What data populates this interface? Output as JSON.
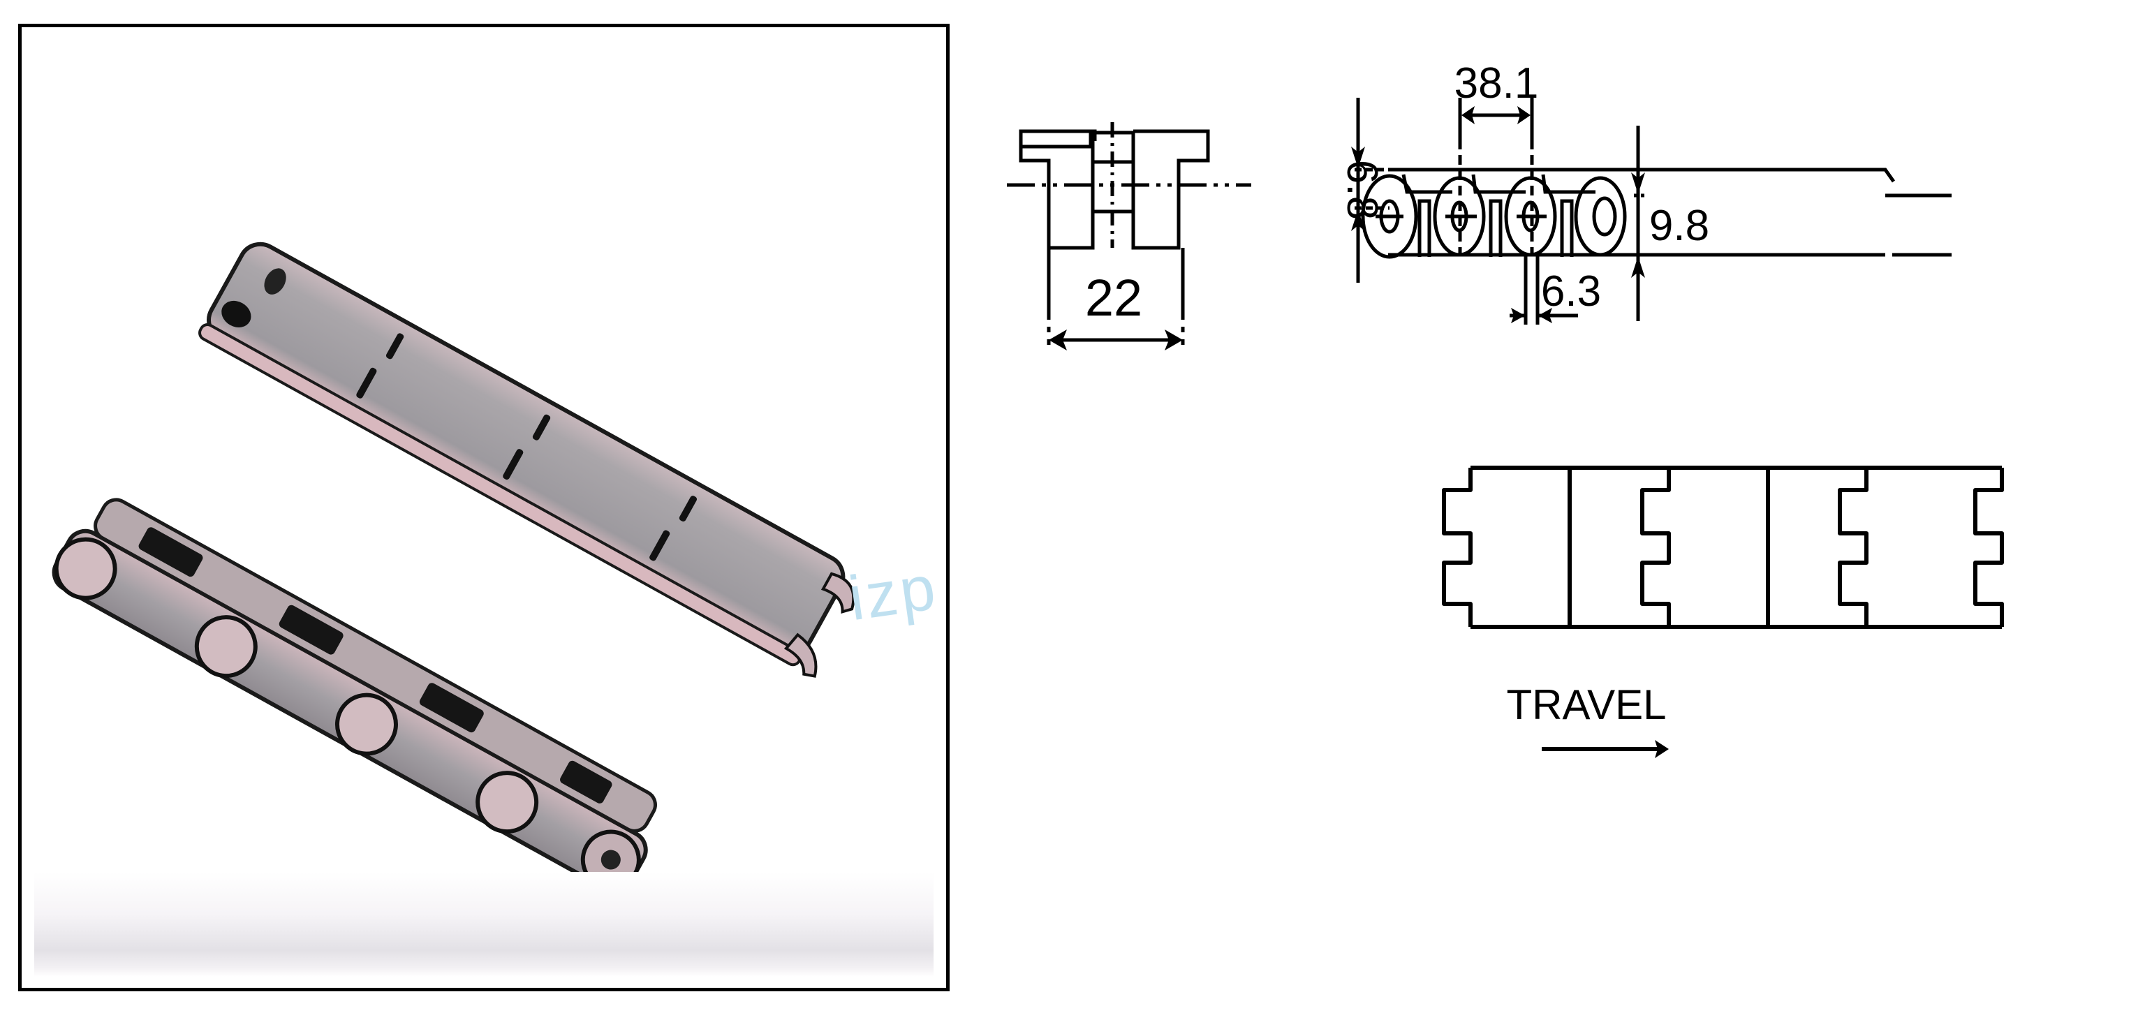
{
  "product_photo": {
    "description": "Two conveyor chain sections (flat-top plated chain and open link chain) photographed on white background",
    "watermark": "izp",
    "colors": {
      "frame": "#000000",
      "chain_body": "#a9a4a8",
      "chain_edge": "#d9b9bf",
      "chain_shadow": "#222222"
    }
  },
  "end_view": {
    "dimension_width": "22"
  },
  "side_view": {
    "dimension_pitch": "38.1",
    "dimension_pin_height": "6.8",
    "dimension_total_height": "9.8",
    "dimension_slot_width": "6.3"
  },
  "top_view": {
    "plate_count": 3,
    "direction_label": "TRAVEL"
  }
}
